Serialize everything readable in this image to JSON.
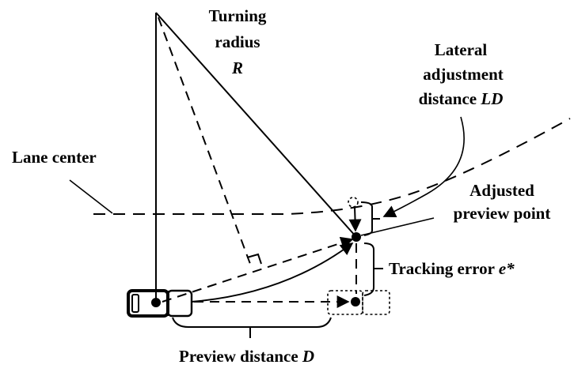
{
  "diagram": {
    "labels": {
      "turning_radius_line1": "Turning",
      "turning_radius_line2": "radius",
      "turning_radius_symbol": "R",
      "lateral_line1": "Lateral",
      "lateral_line2": "adjustment",
      "lateral_line3": "distance",
      "lateral_symbol": "LD",
      "lane_center": "Lane center",
      "adjusted_line1": "Adjusted",
      "adjusted_line2": "preview point",
      "tracking_error": "Tracking error",
      "tracking_error_symbol": "e*",
      "preview_distance": "Preview distance",
      "preview_distance_symbol": "D"
    },
    "elements": [
      "vehicle",
      "turning-center",
      "lane-center-curve",
      "adjusted-preview-point",
      "original-preview-point",
      "predicted-vehicle-position",
      "right-angle-marker"
    ]
  }
}
